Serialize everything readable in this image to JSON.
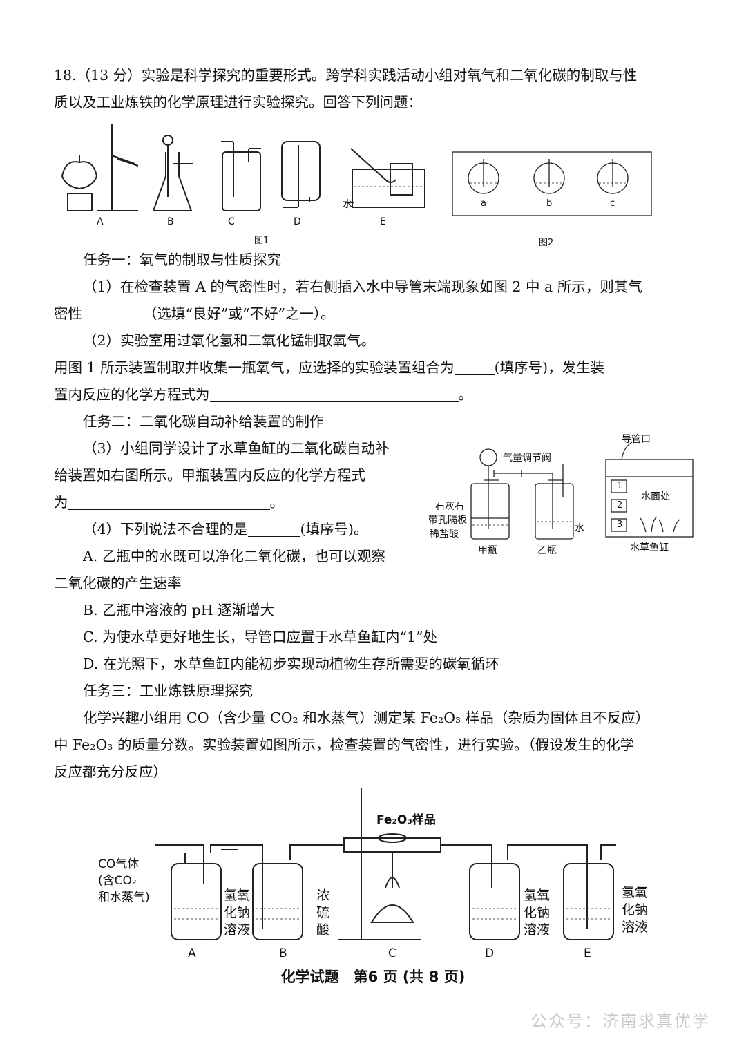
{
  "question": {
    "intro_line1": "18.（13 分）实验是科学探究的重要形式。跨学科实践活动小组对氧气和二氧化碳的制取与性",
    "intro_line2": "质以及工业炼铁的化学原理进行实验探究。回答下列问题："
  },
  "figure1": {
    "labels": [
      "A",
      "B",
      "C",
      "D",
      "E"
    ],
    "water_label": "水",
    "caption": "图1"
  },
  "figure2": {
    "labels": [
      "a",
      "b",
      "c"
    ],
    "caption": "图2"
  },
  "task1": {
    "title": "任务一：氧气的制取与性质探究",
    "q1_line1": "（1）在检查装置 A 的气密性时，若右侧插入水中导管末端现象如图 2 中 a 所示，则其气",
    "q1_line2_a": "密性",
    "q1_line2_b": "（选填“良好”或“不好”之一）。",
    "q2_line1": "（2）实验室用过氧化氢和二氧化锰制取氧气。",
    "q2_line2_a": "用图 1 所示装置制取并收集一瓶氧气，应选择的实验装置组合为",
    "q2_line2_b": "(填序号)，发生装",
    "q2_line3_a": "置内反应的化学方程式为",
    "q2_line3_b": "。"
  },
  "task2": {
    "title": "任务二：二氧化碳自动补给装置的制作",
    "q3_line1": "（3）小组同学设计了水草鱼缸的二氧化碳自动补",
    "q3_line2": "给装置如右图所示。甲瓶装置内反应的化学方程式",
    "q3_line3_a": "为",
    "q3_line3_b": "。",
    "q4_a": "（4）下列说法不合理的是",
    "q4_b": "(填序号)。",
    "optA_line1": "A. 乙瓶中的水既可以净化二氧化碳，也可以观察",
    "optA_line2": "二氧化碳的产生速率",
    "optB": "B. 乙瓶中溶液的 pH 逐渐增大",
    "optC": "C. 为使水草更好地生长，导管口应置于水草鱼缸内“1”处",
    "optD": "D. 在光照下，水草鱼缸内能初步实现动植物生存所需要的碳氧循环",
    "diagram": {
      "valve": "气量调节阀",
      "limestone": "石灰石",
      "plate": "带孔隔板",
      "acid": "稀盐酸",
      "jia": "甲瓶",
      "yi": "乙瓶",
      "water": "水",
      "outlet": "导管口",
      "surface": "水面处",
      "tank": "水草鱼缸",
      "n1": "1",
      "n2": "2",
      "n3": "3"
    }
  },
  "task3": {
    "title": "任务三：工业炼铁原理探究",
    "p_line1": "化学兴趣小组用 CO（含少量 CO₂ 和水蒸气）测定某 Fe₂O₃ 样品（杂质为固体且不反应）",
    "p_line2": "中 Fe₂O₃ 的质量分数。实验装置如图所示，检查装置的气密性，进行实验。（假设发生的化学",
    "p_line3": "反应都充分反应）",
    "diagram": {
      "sample": "Fe₂O₃样品",
      "gas_1": "CO气体",
      "gas_2": "(含CO₂",
      "gas_3": "和水蒸气)",
      "naoh": [
        "氢氧",
        "化钠",
        "溶液"
      ],
      "h2so4": [
        "浓",
        "硫",
        "酸"
      ],
      "labels": [
        "A",
        "B",
        "C",
        "D",
        "E"
      ]
    }
  },
  "footer": "化学试题　第6 页 (共 8 页)",
  "watermark": "公众号：济南求真优学"
}
